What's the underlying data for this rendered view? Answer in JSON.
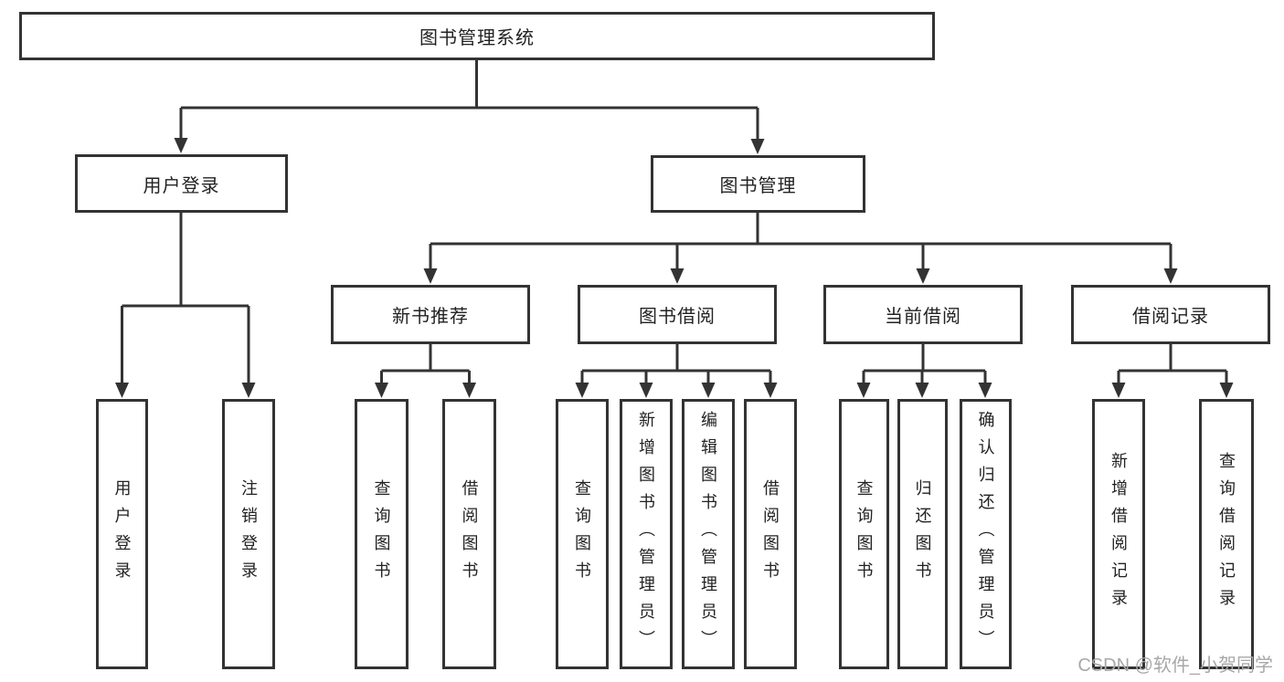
{
  "diagram": {
    "root": "图书管理系统",
    "branches": [
      {
        "label": "用户登录",
        "children": [
          "用户登录",
          "注销登录"
        ]
      },
      {
        "label": "图书管理",
        "children": [
          {
            "label": "新书推荐",
            "children": [
              "查询图书",
              "借阅图书"
            ]
          },
          {
            "label": "图书借阅",
            "children": [
              "查询图书",
              "新增图书（管理员）",
              "编辑图书（管理员）",
              "借阅图书"
            ]
          },
          {
            "label": "当前借阅",
            "children": [
              "查询图书",
              "归还图书",
              "确认归还（管理员）"
            ]
          },
          {
            "label": "借阅记录",
            "children": [
              "新增借阅记录",
              "查询借阅记录"
            ]
          }
        ]
      }
    ]
  },
  "watermark": "CSDN @软件_小贺同学",
  "colors": {
    "line": "#333333",
    "box_border": "#333333",
    "box_fill": "#ffffff",
    "text": "#222222",
    "watermark": "#a8a8a8"
  }
}
